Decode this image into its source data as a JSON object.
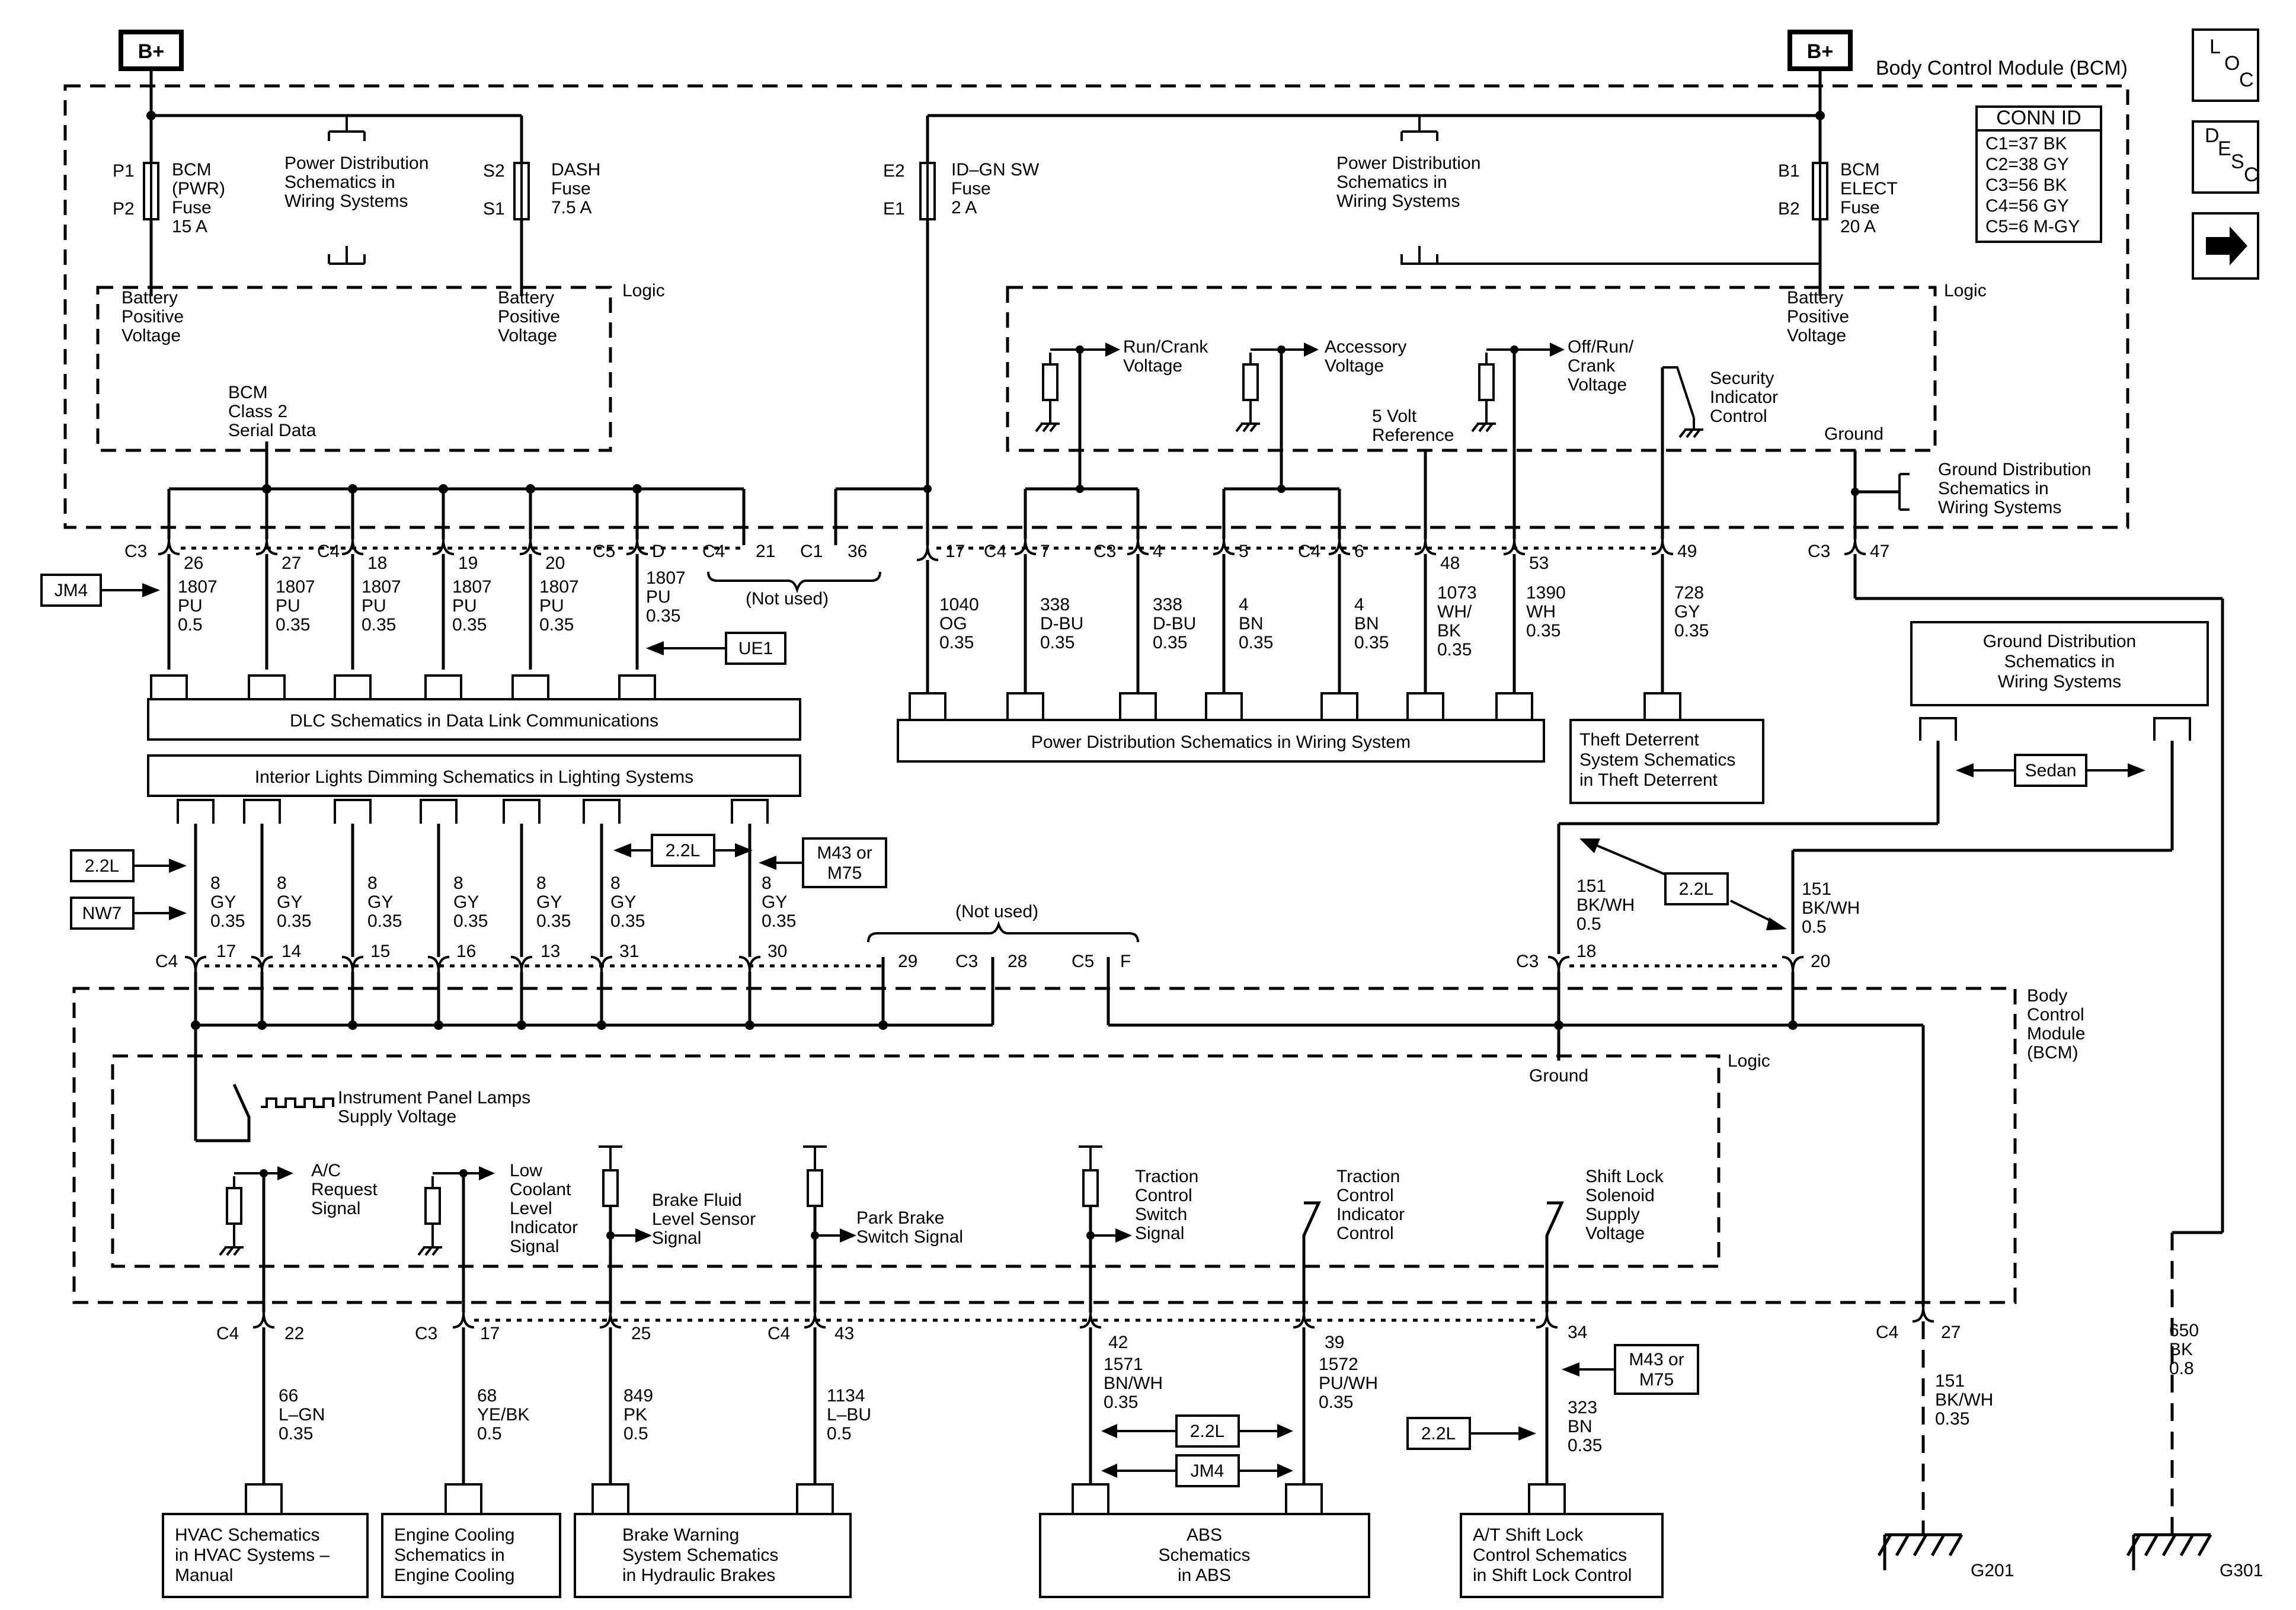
{
  "title": "Body Control Module (BCM)",
  "title_lower": [
    "Body",
    "Control",
    "Module",
    "(BCM)"
  ],
  "batt": "B+",
  "side_icons": {
    "loc": [
      "L",
      "O",
      "C"
    ],
    "desc": [
      "D",
      "E",
      "S",
      "C"
    ],
    "next": "right-arrow-icon"
  },
  "conn_id": {
    "header": "CONN ID",
    "items": [
      "C1=37 BK",
      "C2=38 GY",
      "C3=56 BK",
      "C4=56 GY",
      "C5=6 M-GY"
    ]
  },
  "fuses": [
    {
      "pins": [
        "P1",
        "P2"
      ],
      "lines": [
        "BCM",
        "(PWR)",
        "Fuse",
        "15 A"
      ]
    },
    {
      "pins": [
        "S2",
        "S1"
      ],
      "lines": [
        "DASH",
        "Fuse",
        "7.5 A"
      ]
    },
    {
      "pins": [
        "E2",
        "E1"
      ],
      "lines": [
        "ID–GN SW",
        "Fuse",
        "2 A"
      ]
    },
    {
      "pins": [
        "B1",
        "B2"
      ],
      "lines": [
        "BCM",
        "ELECT",
        "Fuse",
        "20 A"
      ]
    }
  ],
  "pds_top": [
    "Power Distribution",
    "Schematics in",
    "Wiring Systems"
  ],
  "logic": "Logic",
  "batt_pos": [
    "Battery",
    "Positive",
    "Voltage"
  ],
  "class2": [
    "BCM",
    "Class 2",
    "Serial Data"
  ],
  "voltages": {
    "run_crank": [
      "Run/Crank",
      "Voltage"
    ],
    "accessory": [
      "Accessory",
      "Voltage"
    ],
    "off_run_crank": [
      "Off/Run/",
      "Crank",
      "Voltage"
    ],
    "five_volt": [
      "5 Volt",
      "Reference"
    ],
    "security": [
      "Security",
      "Indicator",
      "Control"
    ],
    "ground": "Ground"
  },
  "gds": [
    "Ground Distribution",
    "Schematics in",
    "Wiring Systems"
  ],
  "upper_pins": [
    {
      "conn": "C3",
      "pin": "26",
      "wire": [
        "1807",
        "PU",
        "0.5"
      ]
    },
    {
      "conn": "",
      "pin": "27",
      "wire": [
        "1807",
        "PU",
        "0.35"
      ]
    },
    {
      "conn": "C4",
      "pin": "18",
      "wire": [
        "1807",
        "PU",
        "0.35"
      ]
    },
    {
      "conn": "",
      "pin": "19",
      "wire": [
        "1807",
        "PU",
        "0.35"
      ]
    },
    {
      "conn": "",
      "pin": "20",
      "wire": [
        "1807",
        "PU",
        "0.35"
      ]
    },
    {
      "conn": "C5",
      "pin": "D",
      "wire": [
        "1807",
        "PU",
        "0.35"
      ]
    },
    {
      "conn": "C4",
      "pin": "21",
      "wire": []
    },
    {
      "conn": "C1",
      "pin": "36",
      "wire": []
    },
    {
      "conn": "",
      "pin": "17",
      "wire": [
        "1040",
        "OG",
        "0.35"
      ]
    },
    {
      "conn": "C4",
      "pin": "7",
      "wire": [
        "338",
        "D-BU",
        "0.35"
      ]
    },
    {
      "conn": "C3",
      "pin": "4",
      "wire": [
        "338",
        "D-BU",
        "0.35"
      ]
    },
    {
      "conn": "",
      "pin": "5",
      "wire": [
        "4",
        "BN",
        "0.35"
      ]
    },
    {
      "conn": "C4",
      "pin": "6",
      "wire": [
        "4",
        "BN",
        "0.35"
      ]
    },
    {
      "conn": "",
      "pin": "48",
      "wire": [
        "1073",
        "WH/",
        "BK",
        "0.35"
      ]
    },
    {
      "conn": "",
      "pin": "53",
      "wire": [
        "1390",
        "WH",
        "0.35"
      ]
    },
    {
      "conn": "",
      "pin": "49",
      "wire": [
        "728",
        "GY",
        "0.35"
      ]
    },
    {
      "conn": "C3",
      "pin": "47",
      "wire": []
    }
  ],
  "not_used": "(Not used)",
  "options": {
    "jm4": "JM4",
    "ue1": "UE1",
    "l22": "2.2L",
    "nw7": "NW7",
    "m43": [
      "M43 or",
      "M75"
    ],
    "sedan": "Sedan"
  },
  "boxes": {
    "dlc": "DLC Schematics in Data Link Communications",
    "ild": "Interior Lights Dimming Schematics in Lighting Systems",
    "pdw": "Power Distribution Schematics in Wiring System",
    "theft": [
      "Theft Deterrent",
      "System Schematics",
      "in Theft Deterrent"
    ],
    "hvac": [
      "HVAC Schematics",
      "in HVAC Systems –",
      "Manual"
    ],
    "cool": [
      "Engine Cooling",
      "Schematics in",
      "Engine Cooling"
    ],
    "brake": [
      "Brake Warning",
      "System Schematics",
      "in Hydraulic Brakes"
    ],
    "abs": [
      "ABS",
      "Schematics",
      "in ABS"
    ],
    "shift": [
      "A/T Shift Lock",
      "Control Schematics",
      "in Shift Lock Control"
    ]
  },
  "mid_wires": [
    [
      "8",
      "GY",
      "0.35"
    ],
    [
      "8",
      "GY",
      "0.35"
    ],
    [
      "8",
      "GY",
      "0.35"
    ],
    [
      "8",
      "GY",
      "0.35"
    ],
    [
      "8",
      "GY",
      "0.35"
    ],
    [
      "8",
      "GY",
      "0.35"
    ],
    [
      "8",
      "GY",
      "0.35"
    ]
  ],
  "mid_pins": [
    {
      "conn": "C4",
      "pin": "17"
    },
    {
      "conn": "",
      "pin": "14"
    },
    {
      "conn": "",
      "pin": "15"
    },
    {
      "conn": "",
      "pin": "16"
    },
    {
      "conn": "",
      "pin": "13"
    },
    {
      "conn": "",
      "pin": "31"
    },
    {
      "conn": "",
      "pin": "30"
    },
    {
      "conn": "",
      "pin": "29"
    },
    {
      "conn": "C3",
      "pin": "28"
    },
    {
      "conn": "C5",
      "pin": "F"
    },
    {
      "conn": "C3",
      "pin": "18"
    },
    {
      "conn": "",
      "pin": "20"
    }
  ],
  "gnd_wires": [
    [
      "151",
      "BK/WH",
      "0.5"
    ],
    [
      "151",
      "BK/WH",
      "0.5"
    ]
  ],
  "lower_signals": {
    "ipl": [
      "Instrument Panel Lamps",
      "Supply Voltage"
    ],
    "ac": [
      "A/C",
      "Request",
      "Signal"
    ],
    "coolant": [
      "Low",
      "Coolant",
      "Level",
      "Indicator",
      "Signal"
    ],
    "brake_fluid": [
      "Brake Fluid",
      "Level Sensor",
      "Signal"
    ],
    "park": [
      "Park Brake",
      "Switch Signal"
    ],
    "tcs": [
      "Traction",
      "Control",
      "Switch",
      "Signal"
    ],
    "tci": [
      "Traction",
      "Control",
      "Indicator",
      "Control"
    ],
    "shift": [
      "Shift Lock",
      "Solenoid",
      "Supply",
      "Voltage"
    ]
  },
  "lower_pins": [
    {
      "conn": "C4",
      "pin": "22",
      "wire": [
        "66",
        "L–GN",
        "0.35"
      ]
    },
    {
      "conn": "C3",
      "pin": "17",
      "wire": [
        "68",
        "YE/BK",
        "0.5"
      ]
    },
    {
      "conn": "",
      "pin": "25",
      "wire": [
        "849",
        "PK",
        "0.5"
      ]
    },
    {
      "conn": "C4",
      "pin": "43",
      "wire": [
        "1134",
        "L–BU",
        "0.5"
      ]
    },
    {
      "conn": "",
      "pin": "42",
      "wire": [
        "1571",
        "BN/WH",
        "0.35"
      ]
    },
    {
      "conn": "",
      "pin": "39",
      "wire": [
        "1572",
        "PU/WH",
        "0.35"
      ]
    },
    {
      "conn": "",
      "pin": "34",
      "wire": [
        "323",
        "BN",
        "0.35"
      ]
    },
    {
      "conn": "C4",
      "pin": "27",
      "wire": [
        "151",
        "BK/WH",
        "0.35"
      ]
    }
  ],
  "g301_wire": [
    "650",
    "BK",
    "0.8"
  ],
  "grounds": [
    "G201",
    "G301"
  ]
}
